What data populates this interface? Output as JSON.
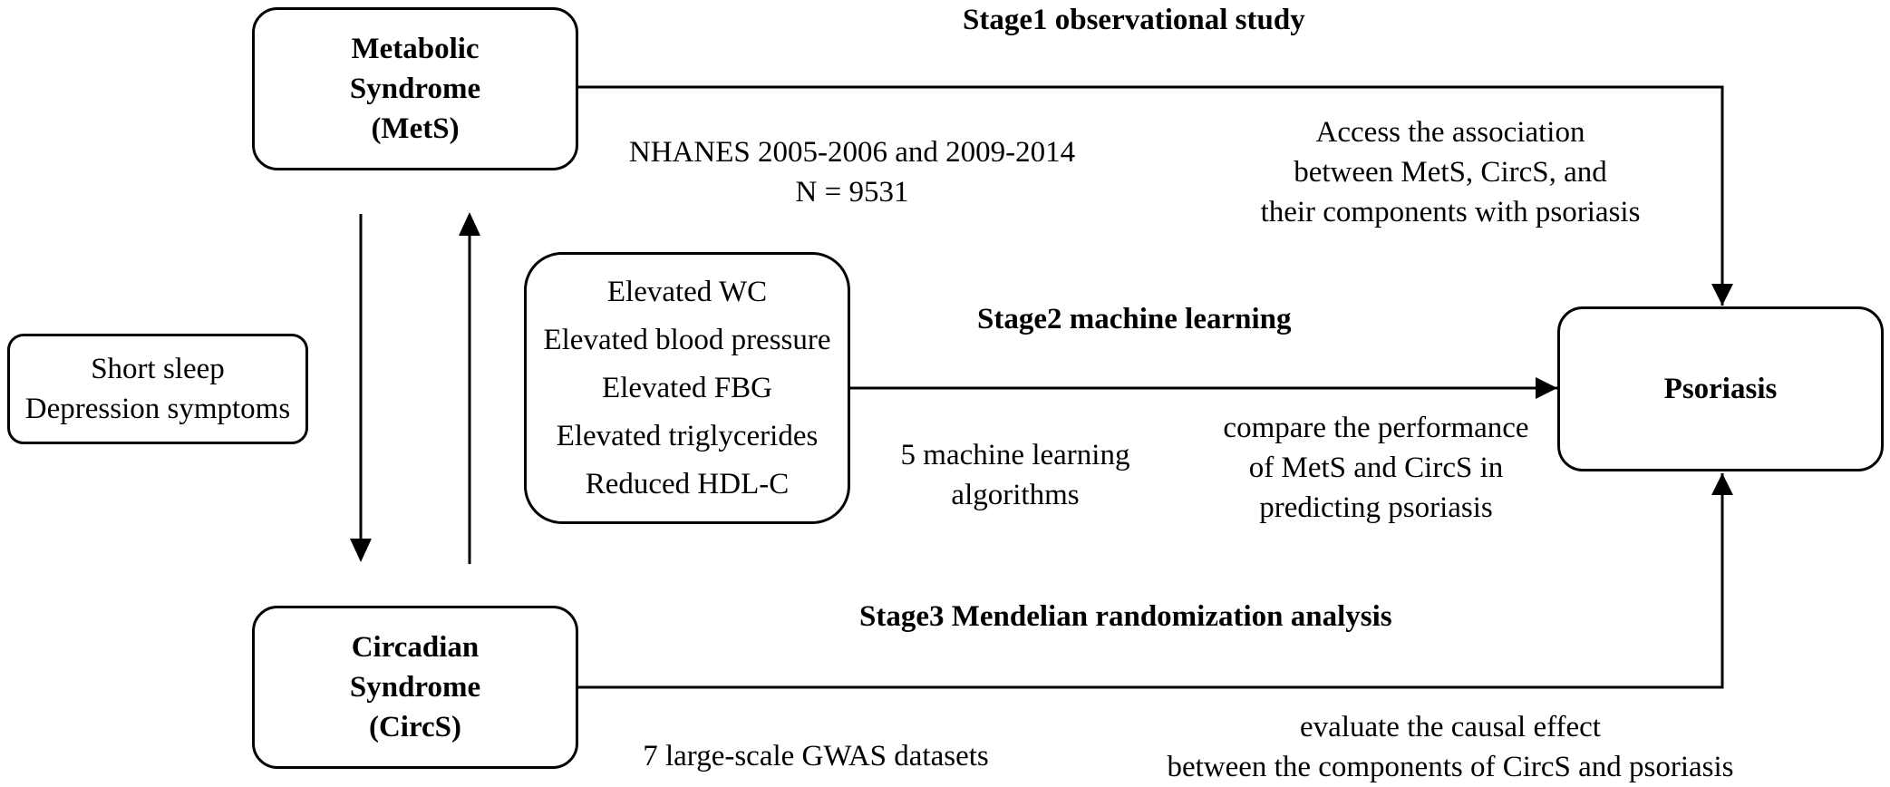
{
  "nodes": {
    "mets": {
      "lines": [
        "Metabolic",
        "Syndrome",
        "(MetS)"
      ]
    },
    "circs": {
      "lines": [
        "Circadian",
        "Syndrome",
        "(CircS)"
      ]
    },
    "sleep": {
      "lines": [
        "Short sleep",
        "Depression symptoms"
      ]
    },
    "components": {
      "lines": [
        "Elevated WC",
        "Elevated blood pressure",
        "Elevated FBG",
        "Elevated triglycerides",
        "Reduced HDL-C"
      ]
    },
    "psoriasis": {
      "label": "Psoriasis"
    }
  },
  "stages": {
    "stage1": "Stage1 observational study",
    "stage2": "Stage2 machine learning",
    "stage3": "Stage3 Mendelian randomization analysis"
  },
  "annotations": {
    "nhanes": [
      "NHANES 2005-2006 and 2009-2014",
      "N = 9531"
    ],
    "access": [
      "Access the association",
      "between MetS, CircS, and",
      "their components with psoriasis"
    ],
    "ml": [
      "5 machine learning",
      "algorithms"
    ],
    "compare": [
      "compare the performance",
      "of MetS and CircS in",
      "predicting psoriasis"
    ],
    "gwas": [
      "7 large-scale GWAS datasets"
    ],
    "evaluate": [
      "evaluate the causal effect",
      "between the components of CircS and psoriasis"
    ]
  },
  "edges": [
    {
      "from": "mets",
      "to": "psoriasis",
      "label": "stage1"
    },
    {
      "from": "components",
      "to": "psoriasis",
      "label": "stage2"
    },
    {
      "from": "circs",
      "to": "psoriasis",
      "label": "stage3"
    },
    {
      "from": "mets",
      "to": "circs"
    },
    {
      "from": "circs",
      "to": "mets"
    }
  ]
}
